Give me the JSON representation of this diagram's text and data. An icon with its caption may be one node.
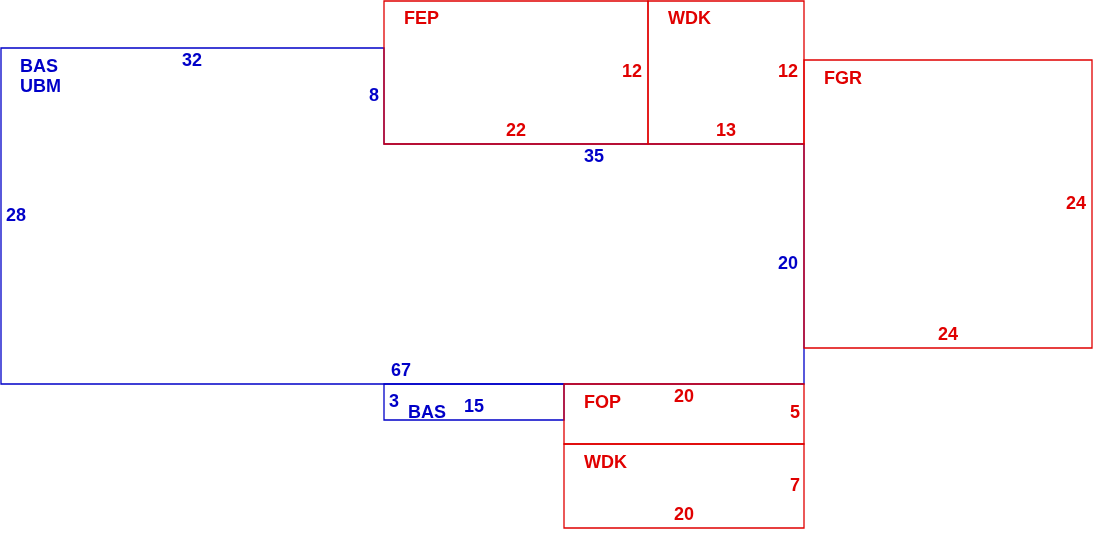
{
  "diagram": {
    "nodes": [
      {
        "text": [
          "BAS",
          "UBM",
          "32",
          "8",
          "35",
          "20",
          "67",
          "28"
        ]
      },
      {
        "text": [
          "FEP",
          "12",
          "22"
        ]
      },
      {
        "text": [
          "WDK",
          "12",
          "13"
        ]
      },
      {
        "text": [
          "FGR",
          "24",
          "24"
        ]
      },
      {
        "text": [
          "3",
          "BAS",
          "15"
        ]
      },
      {
        "text": [
          "FOP",
          "20",
          "5"
        ]
      },
      {
        "text": [
          "WDK",
          "7",
          "20"
        ]
      }
    ]
  }
}
